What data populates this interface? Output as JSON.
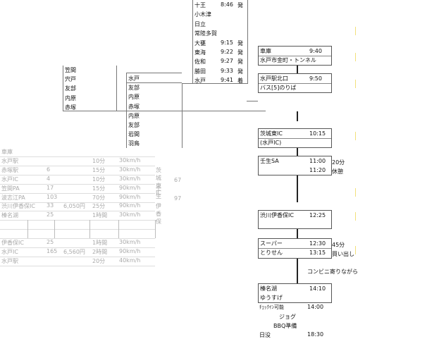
{
  "top_schedule": [
    {
      "station": "十王",
      "time": "8:46",
      "status": "発"
    },
    {
      "station": "小木津",
      "time": "",
      "status": ""
    },
    {
      "station": "日立",
      "time": "",
      "status": ""
    },
    {
      "station": "常陸多賀",
      "time": "",
      "status": ""
    },
    {
      "station": "大甕",
      "time": "9:15",
      "status": "発"
    },
    {
      "station": "東海",
      "time": "9:22",
      "status": "発"
    },
    {
      "station": "佐和",
      "time": "9:27",
      "status": "発"
    },
    {
      "station": "勝田",
      "time": "9:33",
      "status": "発"
    },
    {
      "station": "水戸",
      "time": "9:41",
      "status": "着"
    }
  ],
  "left_stations": [
    "笠間",
    "宍戸",
    "友部",
    "内原",
    "赤塚"
  ],
  "middle_stations": [
    "水戸",
    "友部",
    "内原",
    "赤塚",
    "内原",
    "友部",
    "岩間",
    "羽鳥"
  ],
  "grid_rows": [
    {
      "a": "車庫",
      "b": "",
      "c": "",
      "d": "",
      "e": "",
      "f": ""
    },
    {
      "a": "水戸駅",
      "b": "",
      "c": "",
      "d": "10分",
      "e": "30km/h",
      "f": ""
    },
    {
      "a": "赤塚駅",
      "b": "6",
      "c": "",
      "d": "15分",
      "e": "30km/h",
      "f": "茨城東IC"
    },
    {
      "a": "水戸IC",
      "b": "4",
      "c": "",
      "d": "10分",
      "e": "30km/h",
      "f": ""
    },
    {
      "a": "笠間PA",
      "b": "17",
      "c": "",
      "d": "15分",
      "e": "90km/h",
      "f": "壬生"
    },
    {
      "a": "波志江PA",
      "b": "103",
      "c": "",
      "d": "70分",
      "e": "90km/h",
      "f": ""
    },
    {
      "a": "渋川伊香保IC",
      "b": "33",
      "c": "6,050円",
      "d": "25分",
      "e": "90km/h",
      "f": "伊香保"
    },
    {
      "a": "榛名湖",
      "b": "25",
      "c": "",
      "d": "1時間",
      "e": "30km/h",
      "f": ""
    },
    {
      "a": "",
      "b": "",
      "c": "",
      "d": "",
      "e": "",
      "f": ""
    },
    {
      "a": "",
      "b": "",
      "c": "",
      "d": "",
      "e": "",
      "f": ""
    },
    {
      "a": "伊香保IC",
      "b": "25",
      "c": "",
      "d": "1時間",
      "e": "30km/h",
      "f": ""
    },
    {
      "a": "水戸IC",
      "b": "165",
      "c": "6,560円",
      "d": "2時間",
      "e": "90km/h",
      "f": ""
    },
    {
      "a": "水戸駅",
      "b": "",
      "c": "",
      "d": "20分",
      "e": "40km/h",
      "f": ""
    }
  ],
  "grid_side_numbers": [
    "67",
    "97"
  ],
  "timeline": {
    "box1": {
      "r1_place": "車庫",
      "r1_time": "9:40",
      "r2_place": "水戸市金町・トンネル"
    },
    "box2": {
      "r1_place": "水戸駅北口",
      "r1_time": "9:50",
      "r2_place": "バス[5]のりば"
    },
    "box3": {
      "r1_place": "茨城東IC",
      "r1_time": "10:15",
      "r2_place": "(水戸IC)"
    },
    "box4": {
      "r1_place": "壬生SA",
      "r1_time": "11:00",
      "r2_time": "11:20",
      "note1": "20分",
      "note2": "休憩"
    },
    "box5": {
      "r1_place": "渋川伊香保IC",
      "r1_time": "12:25"
    },
    "box6": {
      "r1_place": "スーパー",
      "r1_time": "12:30",
      "r2_place": "とりせん",
      "r2_time": "13:15",
      "note1": "45分",
      "note2": "買い出し"
    },
    "convenience_note": "コンビニ寄りながら",
    "box7": {
      "r1_place": "榛名湖",
      "r1_time": "14:10",
      "r2_place": "ゆうすげ"
    },
    "checkin_label": "ﾁｪｯｸｲﾝ可能",
    "checkin_time": "14:00",
    "jog": "ジョグ",
    "bbq": "BBQ準備",
    "sunset_label": "日没",
    "sunset_time": "18:30"
  }
}
